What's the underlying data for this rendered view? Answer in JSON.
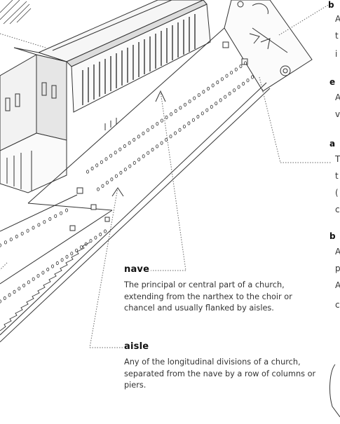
{
  "labels": {
    "nave": {
      "term": "nave",
      "definition": "The principal or central part of a church, extending from the narthex to the choir or chancel and usually flanked by aisles."
    },
    "aisle": {
      "term": "aisle",
      "definition": "Any of the longitudinal divisions of a church, separated from the nave by a row of columns or piers."
    }
  },
  "cropped_fragments": [
    {
      "text": "b",
      "bold": true
    },
    {
      "text": "A"
    },
    {
      "text": "t"
    },
    {
      "text": "i"
    },
    {
      "text": "e",
      "bold": true
    },
    {
      "text": "A"
    },
    {
      "text": "v"
    },
    {
      "text": "a",
      "bold": true
    },
    {
      "text": "T"
    },
    {
      "text": "t"
    },
    {
      "text": "("
    },
    {
      "text": "c"
    },
    {
      "text": "b",
      "bold": true
    },
    {
      "text": "A"
    },
    {
      "text": "p"
    },
    {
      "text": "A"
    },
    {
      "text": "c"
    }
  ]
}
